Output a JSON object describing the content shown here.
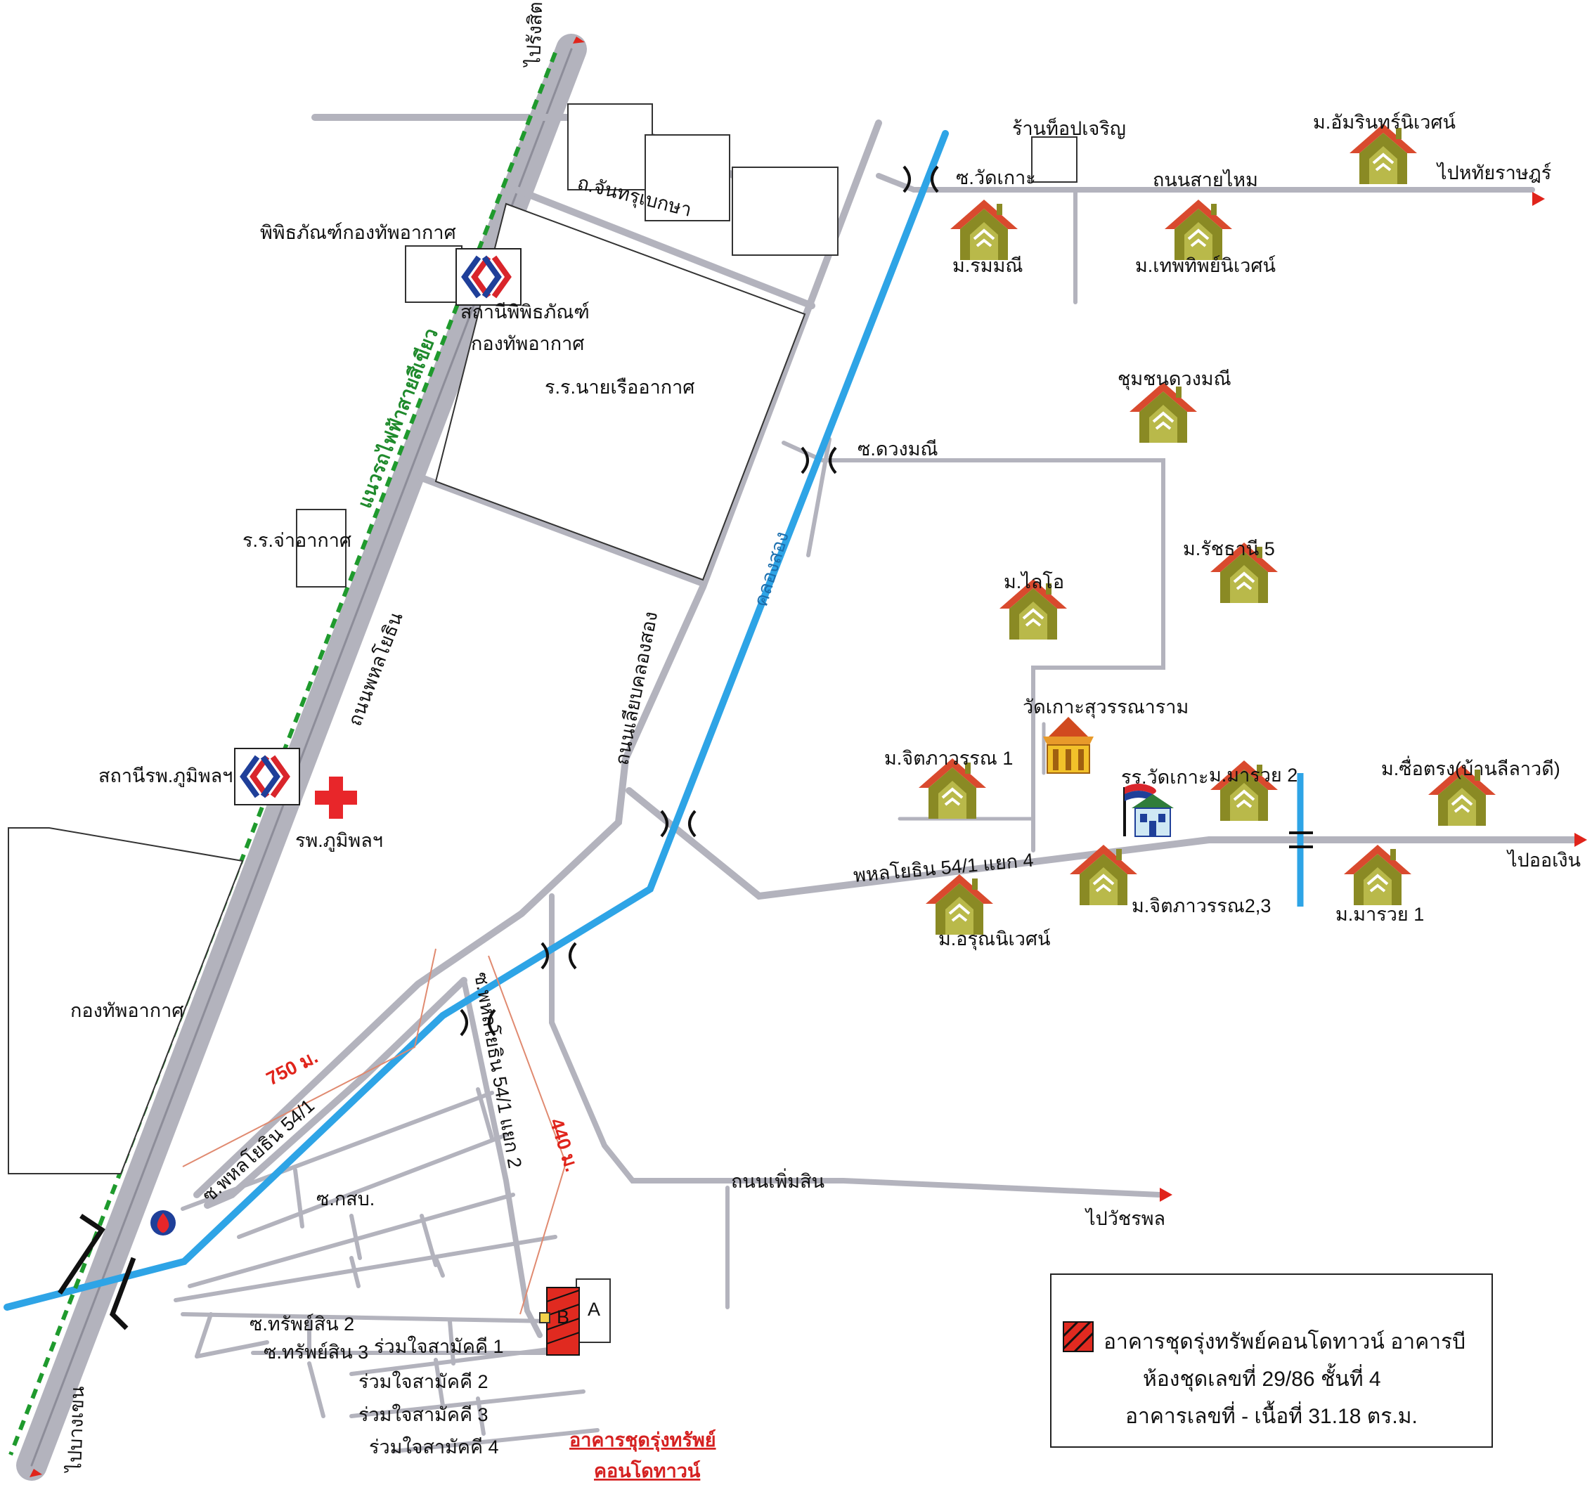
{
  "colors": {
    "road": "#b3b3bd",
    "road_edge": "#8d8d99",
    "canal": "#2ea4e6",
    "green_line": "#1f9a2d",
    "house_roof": "#d94a2e",
    "house_body": "#8a8a24",
    "building_b": "#e02a20",
    "arrow": "#e0241b",
    "hospital": "#e8262a"
  },
  "icons": {
    "house": "house-icon",
    "station": "rail-station-icon",
    "hospital": "red-cross-icon",
    "temple": "temple-icon",
    "school": "school-flag-icon",
    "gas_station": "ptt-gas-station-icon",
    "bridge": "bridge-icon",
    "arrow": "direction-arrow-icon"
  },
  "labels": {
    "to_rangsit": "ไปรังสิต",
    "to_bangkhen": "ไปบางเขน",
    "phaholyothin_rd": "ถนนพหลโยธิน",
    "green_line": "แนวรถไฟฟ้าสายสีเขียว",
    "rtaf_museum": "พิพิธภัณฑ์กองทัพอากาศ",
    "museum_station_1": "สถานีพิพิธภัณฑ์",
    "museum_station_2": "กองทัพอากาศ",
    "chanthrubeksa_rd": "ถ.จันทรุเบกษา",
    "navigator_school": "ร.ร.นายเรืออากาศ",
    "nco_school": "ร.ร.จ่าอากาศ",
    "bhumibol_station": "สถานีรพ.ภูมิพลฯ",
    "bhumibol_hospital": "รพ.ภูมิพลฯ",
    "rtaf": "กองทัพอากาศ",
    "khlong_song_rd": "ถนนเลียบคลองสอง",
    "khlong_song": "คลองสอง",
    "soi_wat_ko": "ซ.วัดเกาะ",
    "sai_mai_rd": "ถนนสายไหม",
    "top_charoen": "ร้านท็อปเจริญ",
    "to_hathai_rat": "ไปหทัยราษฎร์",
    "amarin": "ม.อัมรินทร์นิเวศน์",
    "rommanee": "ม.รมมณี",
    "thepthip": "ม.เทพทิพย์นิเวศน์",
    "duangmanee_community": "ชุมชนดวงมณี",
    "soi_duangmanee": "ซ.ดวงมณี",
    "ratchathani5": "ม.รัชธานี 5",
    "lai_o": "ม.ไลโอ",
    "wat_ko": "วัดเกาะสุวรรณาราม",
    "chittaphawan1": "ม.จิตภาวรรณ 1",
    "wat_ko_school": "รร.วัดเกาะ",
    "marawai2": "ม.มารวย 2",
    "suetrong": "ม.ซื่อตรง(บ้านลีลาวดี)",
    "phahol_54_1_4": "พหลโยธิน 54/1 แยก 4",
    "to_or_ngoen": "ไปออเงิน",
    "marawai1": "ม.มารวย 1",
    "chittaphawan23": "ม.จิตภาวรรณ2,3",
    "arun": "ม.อรุณนิเวศน์",
    "dist_750": "750 ม.",
    "soi_phahol_54_1": "ซ.พหลโยธิน 54/1",
    "soi_phahol_54_1_2": "ซ.พหลโยธิน 54/1 แยก 2",
    "dist_440": "440 ม.",
    "soi_kasob": "ซ.กสบ.",
    "soi_sapsin2": "ซ.ทรัพย์สิน 2",
    "soi_sapsin3": "ซ.ทรัพย์สิน 3",
    "ruamjai1": "ร่วมใจสามัคคี 1",
    "ruamjai2": "ร่วมใจสามัคคี 2",
    "ruamjai3": "ร่วมใจสามัคคี 3",
    "ruamjai4": "ร่วมใจสามัคคี 4",
    "phoemsin_rd": "ถนนเพิ่มสิน",
    "to_watcharaphon": "ไปวัชรพล",
    "condo_link_1": "อาคารชุดรุ่งทรัพย์",
    "condo_link_2": "คอนโดทาวน์",
    "bldg_a": "A",
    "bldg_b": "B"
  },
  "legend": {
    "line1": "อาคารชุดรุ่งทรัพย์คอนโดทาวน์ อาคารบี",
    "line2": "ห้องชุดเลขที่ 29/86  ชั้นที่ 4",
    "line3": "อาคารเลขที่ -  เนื้อที่ 31.18  ตร.ม."
  }
}
